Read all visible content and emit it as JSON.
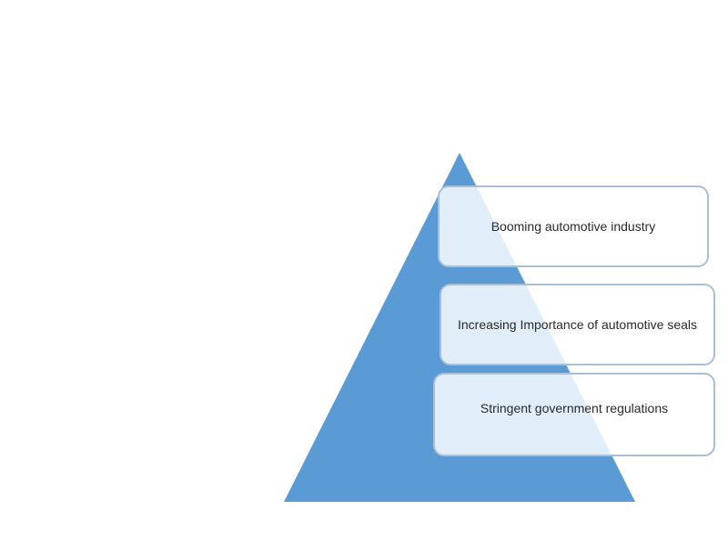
{
  "diagram": {
    "colors": {
      "pyramid_fill": "#5b9bd5",
      "box_border": "#a9bfd6",
      "box_fill": "#ffffff",
      "text": "#2a2a2a"
    },
    "tiers": [
      {
        "label": "Booming automotive industry"
      },
      {
        "label": "Increasing Importance of automotive seals"
      },
      {
        "label": "Stringent government regulations"
      }
    ]
  }
}
